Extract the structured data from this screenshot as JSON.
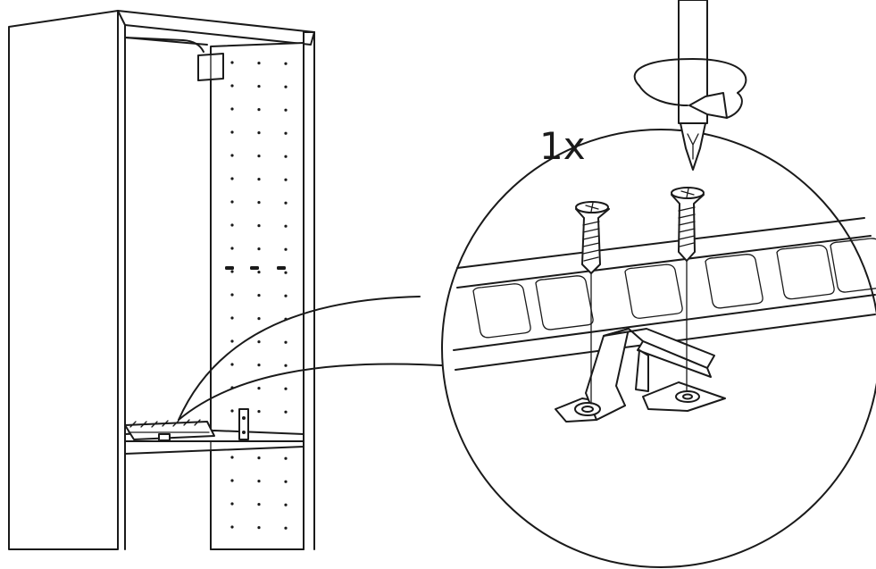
{
  "diagram": {
    "quantity_label": "1x",
    "screw_count": 2,
    "tool_rotation": "clockwise",
    "icons": [
      "cabinet-icon",
      "bracket-icon",
      "screw-icon",
      "screwdriver-icon",
      "rotation-arrow-icon",
      "magnifier-callout-icon"
    ],
    "colors": {
      "line": "#1a1a1a",
      "background": "#ffffff"
    }
  }
}
